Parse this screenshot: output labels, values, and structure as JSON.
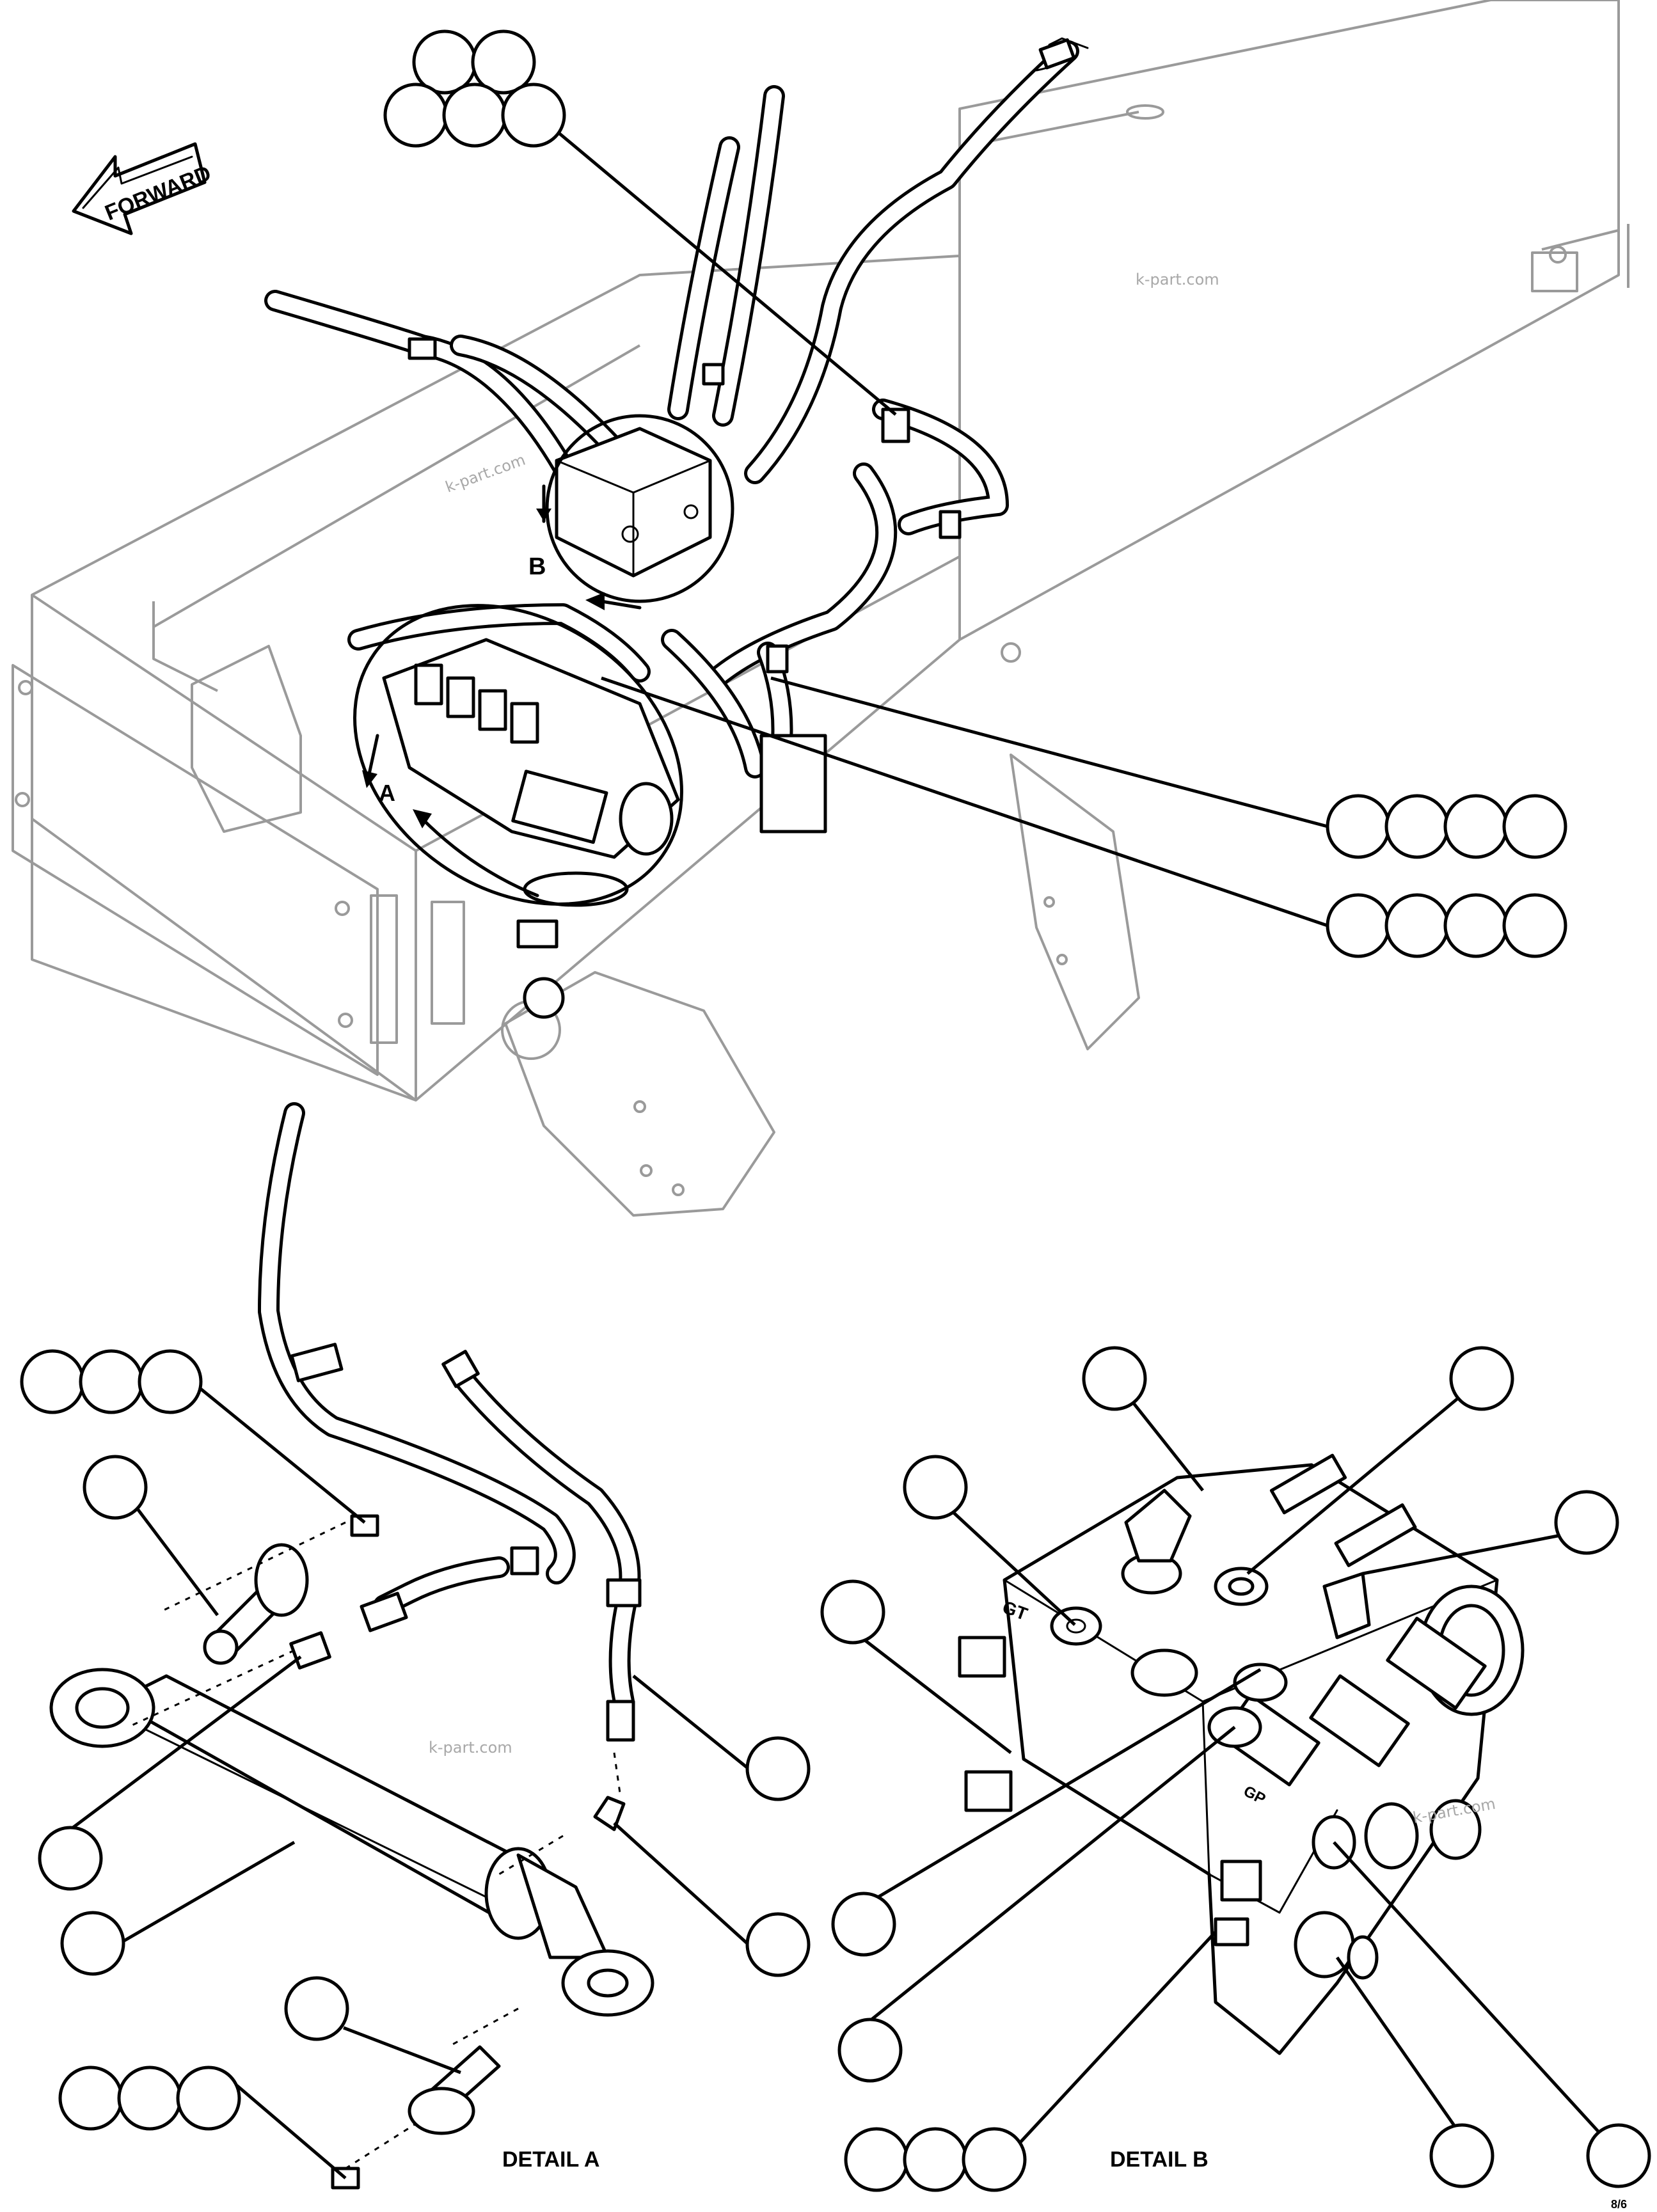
{
  "forward_arrow": {
    "label": "FORWARD"
  },
  "detail_markers": {
    "a": "A",
    "b": "B"
  },
  "detail_titles": {
    "detail_a": "DETAIL A",
    "detail_b": "DETAIL B"
  },
  "port_labels": {
    "gt": "GT",
    "gp": "GP"
  },
  "watermarks": [
    "k-part.com",
    "k-part.com",
    "k-part.com",
    "k-part.com"
  ],
  "sheet_code": "8/6"
}
